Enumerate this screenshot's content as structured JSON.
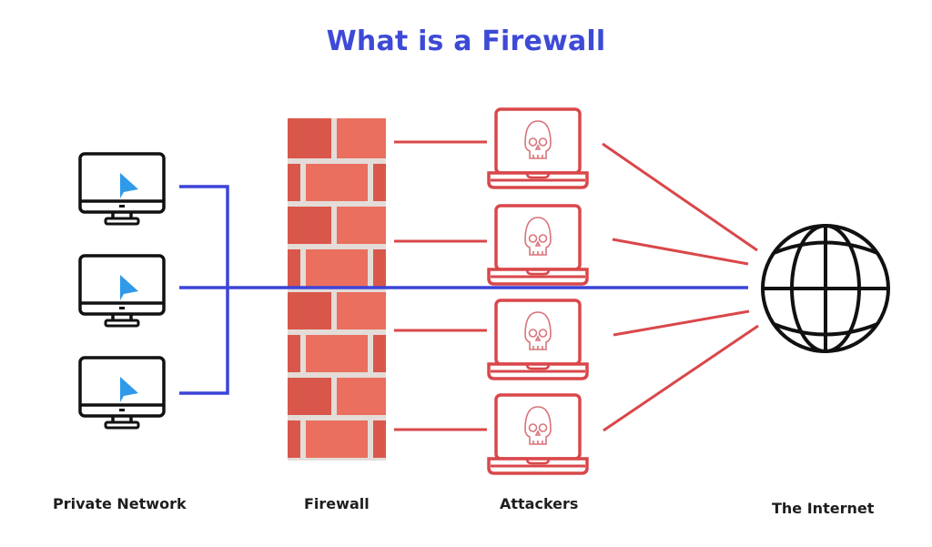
{
  "title": "What is a Firewall",
  "labels": {
    "private_network": "Private Network",
    "firewall": "Firewall",
    "attackers": "Attackers",
    "internet": "The Internet"
  },
  "nodes": {
    "private_computers": 3,
    "attackers": 4
  },
  "colors": {
    "title": "#3d4ad6",
    "allowed_connection": "#3c44d8",
    "blocked_connection": "#d9474a",
    "brick_dark": "#d9574a",
    "brick_light": "#ea6f5e",
    "mortar": "#e3dcd8",
    "cursor": "#2f9ae8"
  },
  "icons": {
    "computer": "desktop-computer-icon",
    "cursor": "cursor-arrow-icon",
    "attacker": "laptop-skull-icon",
    "internet": "globe-icon"
  }
}
